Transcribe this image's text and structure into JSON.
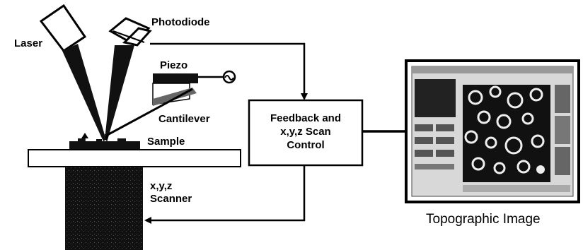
{
  "labels": {
    "laser": "Laser",
    "photodiode": "Photodiode",
    "piezo": "Piezo",
    "cantilever": "Cantilever",
    "sample": "Sample",
    "scanner_line1": "x,y,z",
    "scanner_line2": "Scanner",
    "topographic_image": "Topographic Image"
  },
  "control_box": {
    "line1": "Feedback and",
    "line2": "x,y,z Scan",
    "line3": "Control"
  },
  "icons": {
    "oscillator": "sine-wave-source-icon"
  }
}
